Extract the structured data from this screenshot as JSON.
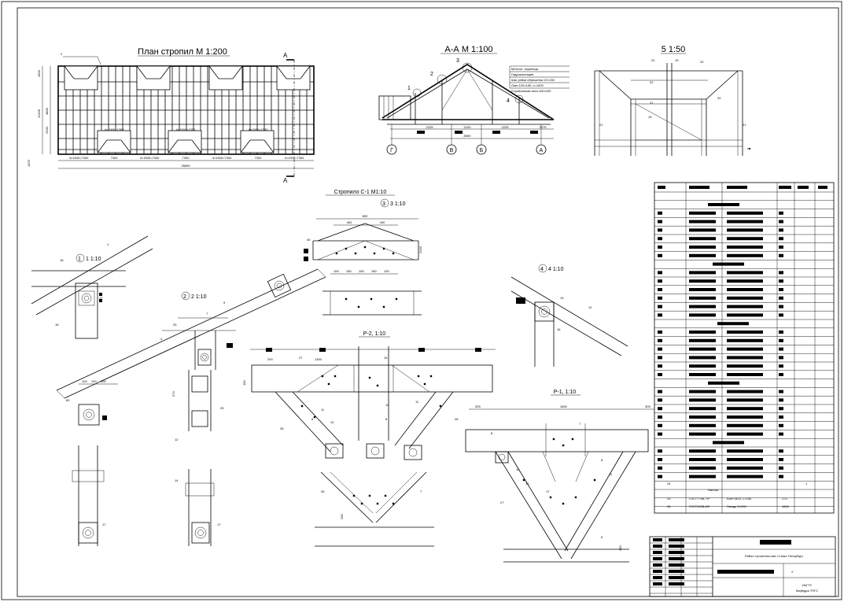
{
  "sheet": {
    "plan_title": "План стропил М 1:200",
    "section_title": "А-А М 1:100",
    "detail5_title": "5 1:50",
    "rafter_title": "Стропило С-1  М1:10",
    "node3_label": "3 1:10",
    "node1_label": "1 1:10",
    "node2_label": "2 1:10",
    "node4_label": "4 1:10",
    "p2_title": "Р-2, 1:10",
    "p1_title": "Р-1, 1:10"
  },
  "plan": {
    "section_mark": "А",
    "total_dim": "25600",
    "left_dims": [
      "1500",
      "4800",
      "2200",
      "1470"
    ],
    "height_dim": "12150",
    "bottom_dims": [
      "4×1900=7300",
      "7300",
      "4×1900=7300",
      "7300",
      "4×1900=7300",
      "7300",
      "4×1900=7300"
    ],
    "inner_dims": [
      "4×1900=7300",
      "4×1900=7300",
      "4×1900=7300"
    ]
  },
  "section": {
    "axes": [
      "Г",
      "В",
      "Б",
      "А"
    ],
    "dims": [
      "2225",
      "2100",
      "2225",
      "2075"
    ],
    "total": "8500",
    "callouts": [
      "1",
      "2",
      "3",
      "4"
    ],
    "layers": [
      "Металл. черепица",
      "Гидроизоляция",
      "Шаг рейки обрешетки 22×150",
      "Лаги 100×150, с=1500",
      "Стропильная нога 100×200"
    ]
  },
  "detail5": {
    "labels": [
      "21",
      "22",
      "19",
      "22",
      "22",
      "20",
      "21",
      "19",
      "21"
    ]
  },
  "rafter": {
    "dims_top": [
      "800"
    ],
    "dims_mid": [
      "400",
      "400"
    ],
    "dims_low": [
      "100",
      "150",
      "150",
      "150",
      "100"
    ],
    "side_dims": [
      "40",
      "2200"
    ]
  },
  "details": {
    "node1_labels": [
      "18",
      "1",
      "17",
      "16"
    ],
    "node2_labels": [
      "7",
      "25",
      "4",
      "9"
    ],
    "node4_labels": [
      "16",
      "13",
      "12"
    ],
    "p2_dims": [
      "200",
      "1300",
      "190",
      "200"
    ],
    "p2_labels": [
      "27",
      "16",
      "8",
      "11",
      "10",
      "28",
      "12",
      "8",
      "11",
      "28",
      "26",
      "7"
    ],
    "p1_dims": [
      "305",
      "1600",
      "305",
      "460"
    ],
    "p1_labels": [
      "7",
      "8",
      "11",
      "10",
      "17",
      "8",
      "11",
      "27",
      "6"
    ],
    "left_dims": [
      "100",
      "100",
      "100",
      "574",
      "80"
    ],
    "left_labels": [
      "17",
      "12",
      "14",
      "25",
      "17"
    ]
  },
  "spec": {
    "rows_visible": [
      {
        "num": "24",
        "doc": "",
        "name": "",
        "qty": "",
        "mass": "1"
      },
      {
        "num": "",
        "doc": "Нагели",
        "name": "",
        "qty": "",
        "mass": ""
      },
      {
        "num": "25",
        "doc": "ГОСТ7798-70*",
        "name": "Болт М20, L=250",
        "qty": "174",
        "mass": ""
      },
      {
        "num": "26",
        "doc": "ГОСТ4028-63*",
        "name": "Гвоздь 5×200",
        "qty": "1600",
        "mass": ""
      }
    ]
  },
  "stamp": {
    "district": "Район строительства г.Санкт-Петербург",
    "org_line1": "ИнГТУ",
    "org_line2": "Кафедра ТПГС",
    "stage": "У"
  },
  "markers": {
    "sm_label": "с■"
  }
}
